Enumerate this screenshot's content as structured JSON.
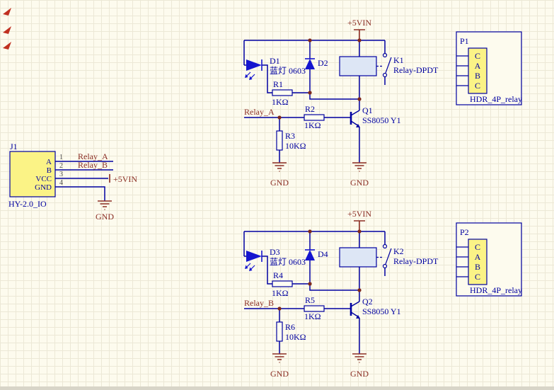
{
  "palette": {
    "background": "#FDFBEE",
    "grid_line": "#ECE8D6",
    "wire_blue": "#0000A0",
    "net_maroon": "#8B2E24",
    "diode_blue": "#1515CF",
    "component_yellow": "#FBF386",
    "relay_body_blue": "#DDE6F5",
    "marker_red": "#C03020"
  },
  "j1": {
    "designator": "J1",
    "part": "HY-2.0_IO",
    "pins": {
      "p1": {
        "num": "1",
        "name": "A"
      },
      "p2": {
        "num": "2",
        "name": "B"
      },
      "p3": {
        "num": "3",
        "name": "VCC"
      },
      "p4": {
        "num": "4",
        "name": "GND"
      }
    },
    "net_a": "Relay_A",
    "net_b": "Relay_B",
    "net_vin": "+5VIN",
    "net_gnd": "GND"
  },
  "top": {
    "vin": "+5VIN",
    "gnd": "GND",
    "in_net": "Relay_A",
    "led": {
      "ref": "D1",
      "val": "蓝灯 0603"
    },
    "flyback": {
      "ref": "D2"
    },
    "relay": {
      "ref": "K1",
      "val": "Relay-DPDT"
    },
    "r_led": {
      "ref": "R1",
      "val": "1KΩ"
    },
    "r_base": {
      "ref": "R2",
      "val": "1KΩ"
    },
    "r_pull": {
      "ref": "R3",
      "val": "10KΩ"
    },
    "q": {
      "ref": "Q1",
      "val": "SS8050 Y1"
    },
    "hdr": {
      "ref": "P1",
      "val": "HDR_4P_relay",
      "pins": [
        "C",
        "A",
        "B",
        "C"
      ]
    }
  },
  "bottom": {
    "vin": "+5VIN",
    "gnd": "GND",
    "in_net": "Relay_B",
    "led": {
      "ref": "D3",
      "val": "蓝灯 0603"
    },
    "flyback": {
      "ref": "D4"
    },
    "relay": {
      "ref": "K2",
      "val": "Relay-DPDT"
    },
    "r_led": {
      "ref": "R4",
      "val": "1KΩ"
    },
    "r_base": {
      "ref": "R5",
      "val": "1KΩ"
    },
    "r_pull": {
      "ref": "R6",
      "val": "10KΩ"
    },
    "q": {
      "ref": "Q2",
      "val": "SS8050 Y1"
    },
    "hdr": {
      "ref": "P2",
      "val": "HDR_4P_relay",
      "pins": [
        "C",
        "A",
        "B",
        "C"
      ]
    }
  }
}
